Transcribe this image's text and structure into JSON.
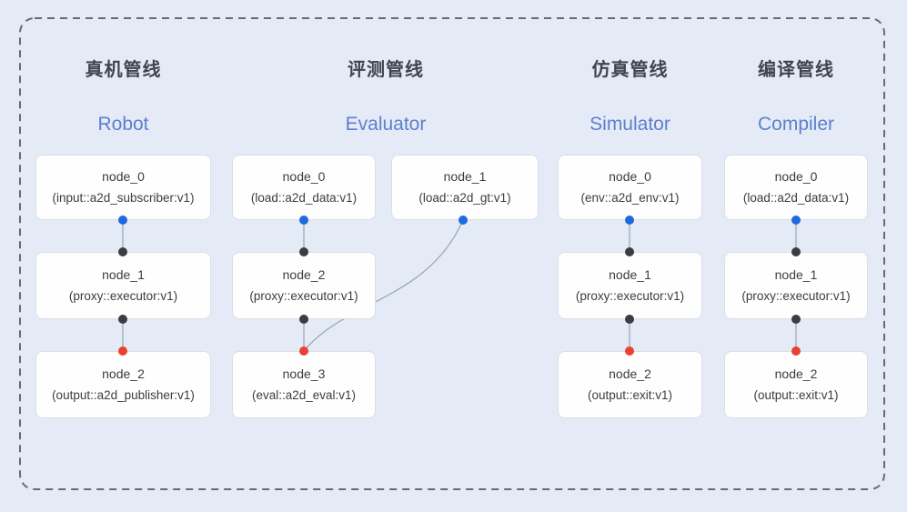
{
  "colors": {
    "background": "#e5eaf7",
    "dashed_border": "#646b76",
    "node_bg": "#fefefe",
    "node_border": "#dbdee5",
    "node_text": "#3d3d3f",
    "zh_title": "#3f4550",
    "en_title": "#5c80cf",
    "edge": "#9aa2b1",
    "port_blue": "#1e6ae0",
    "port_black": "#393c41",
    "port_red": "#ea4130"
  },
  "pipelines": [
    {
      "title_zh": "真机管线",
      "title_en": "Robot",
      "nodes": [
        {
          "name": "node_0",
          "type": "(input::a2d_subscriber:v1)"
        },
        {
          "name": "node_1",
          "type": "(proxy::executor:v1)"
        },
        {
          "name": "node_2",
          "type": "(output::a2d_publisher:v1)"
        }
      ]
    },
    {
      "title_zh": "评测管线",
      "title_en": "Evaluator",
      "nodes": [
        {
          "name": "node_0",
          "type": "(load::a2d_data:v1)"
        },
        {
          "name": "node_1",
          "type": "(load::a2d_gt:v1)"
        },
        {
          "name": "node_2",
          "type": "(proxy::executor:v1)"
        },
        {
          "name": "node_3",
          "type": "(eval::a2d_eval:v1)"
        }
      ]
    },
    {
      "title_zh": "仿真管线",
      "title_en": "Simulator",
      "nodes": [
        {
          "name": "node_0",
          "type": "(env::a2d_env:v1)"
        },
        {
          "name": "node_1",
          "type": "(proxy::executor:v1)"
        },
        {
          "name": "node_2",
          "type": "(output::exit:v1)"
        }
      ]
    },
    {
      "title_zh": "编译管线",
      "title_en": "Compiler",
      "nodes": [
        {
          "name": "node_0",
          "type": "(load::a2d_data:v1)"
        },
        {
          "name": "node_1",
          "type": "(proxy::executor:v1)"
        },
        {
          "name": "node_2",
          "type": "(output::exit:v1)"
        }
      ]
    }
  ]
}
